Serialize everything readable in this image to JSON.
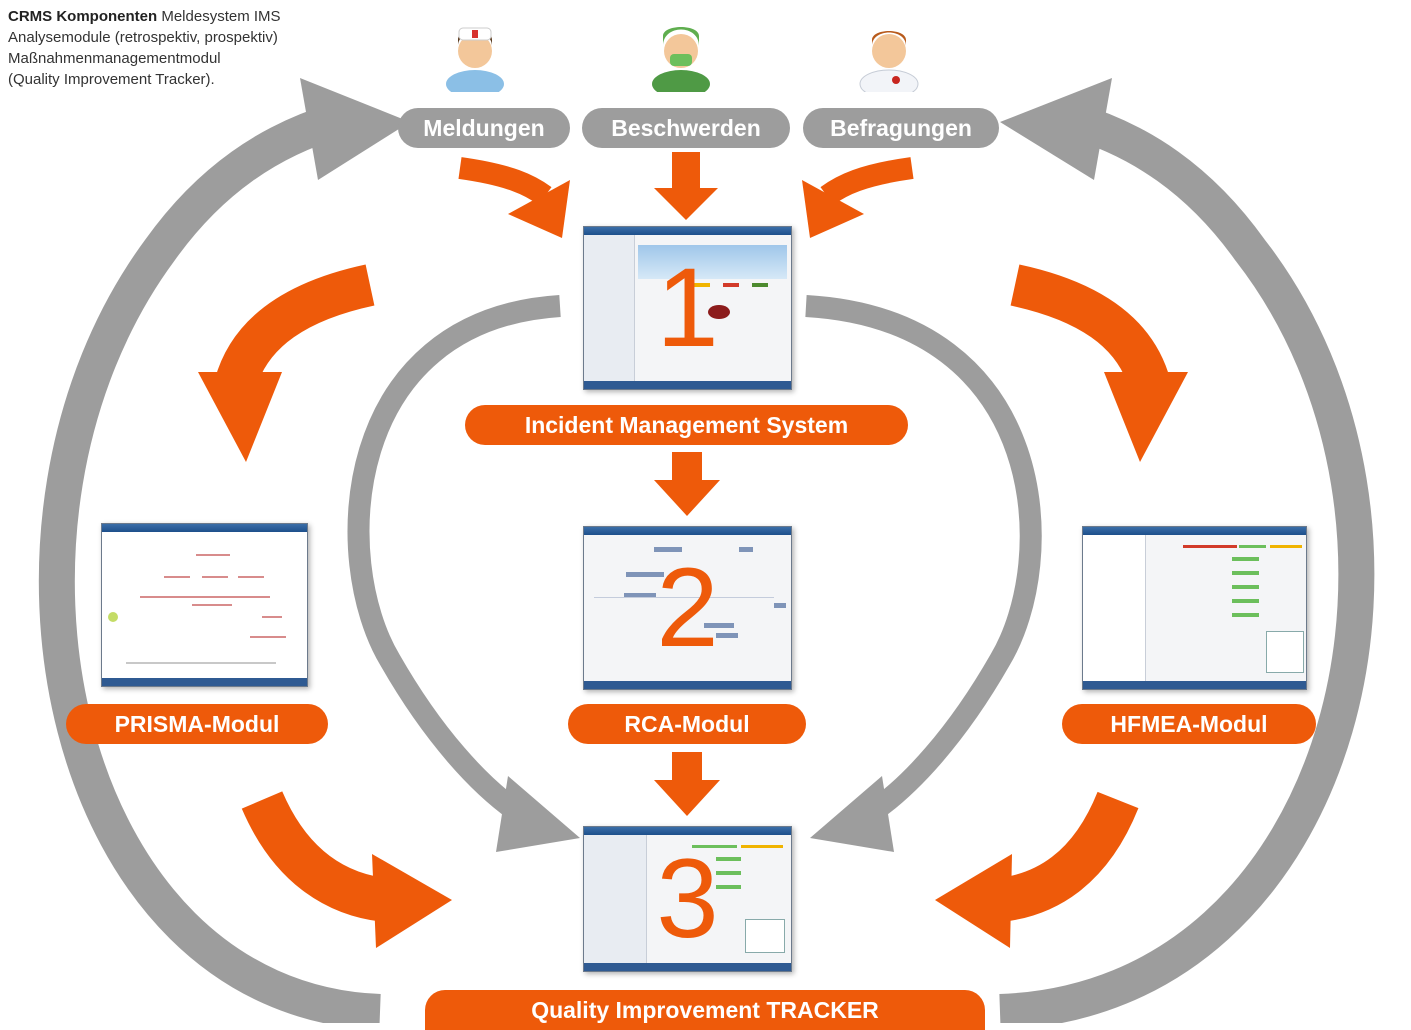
{
  "intro": {
    "title": "CRMS Komponenten",
    "line1": "Meldesystem IMS",
    "line2": "Analysemodule (retrospektiv, prospektiv)",
    "line3": "Maßnahmenmanagementmodul",
    "line4": "(Quality Improvement Tracker)."
  },
  "sources": [
    {
      "label": "Meldungen",
      "icon": "nurse-icon"
    },
    {
      "label": "Beschwerden",
      "icon": "surgeon-icon"
    },
    {
      "label": "Befragungen",
      "icon": "doctor-icon"
    }
  ],
  "modules": {
    "ims": {
      "number": "1",
      "label": "Incident Management System"
    },
    "rca": {
      "number": "2",
      "label": "RCA-Modul"
    },
    "qit": {
      "number": "3",
      "label": "Quality Improvement TRACKER"
    },
    "prisma": {
      "label": "PRISMA-Modul"
    },
    "hfmea": {
      "label": "HFMEA-Modul"
    }
  },
  "colors": {
    "accent": "#ee5a0a",
    "cycle_gray": "#9d9d9d",
    "text": "#333333"
  }
}
